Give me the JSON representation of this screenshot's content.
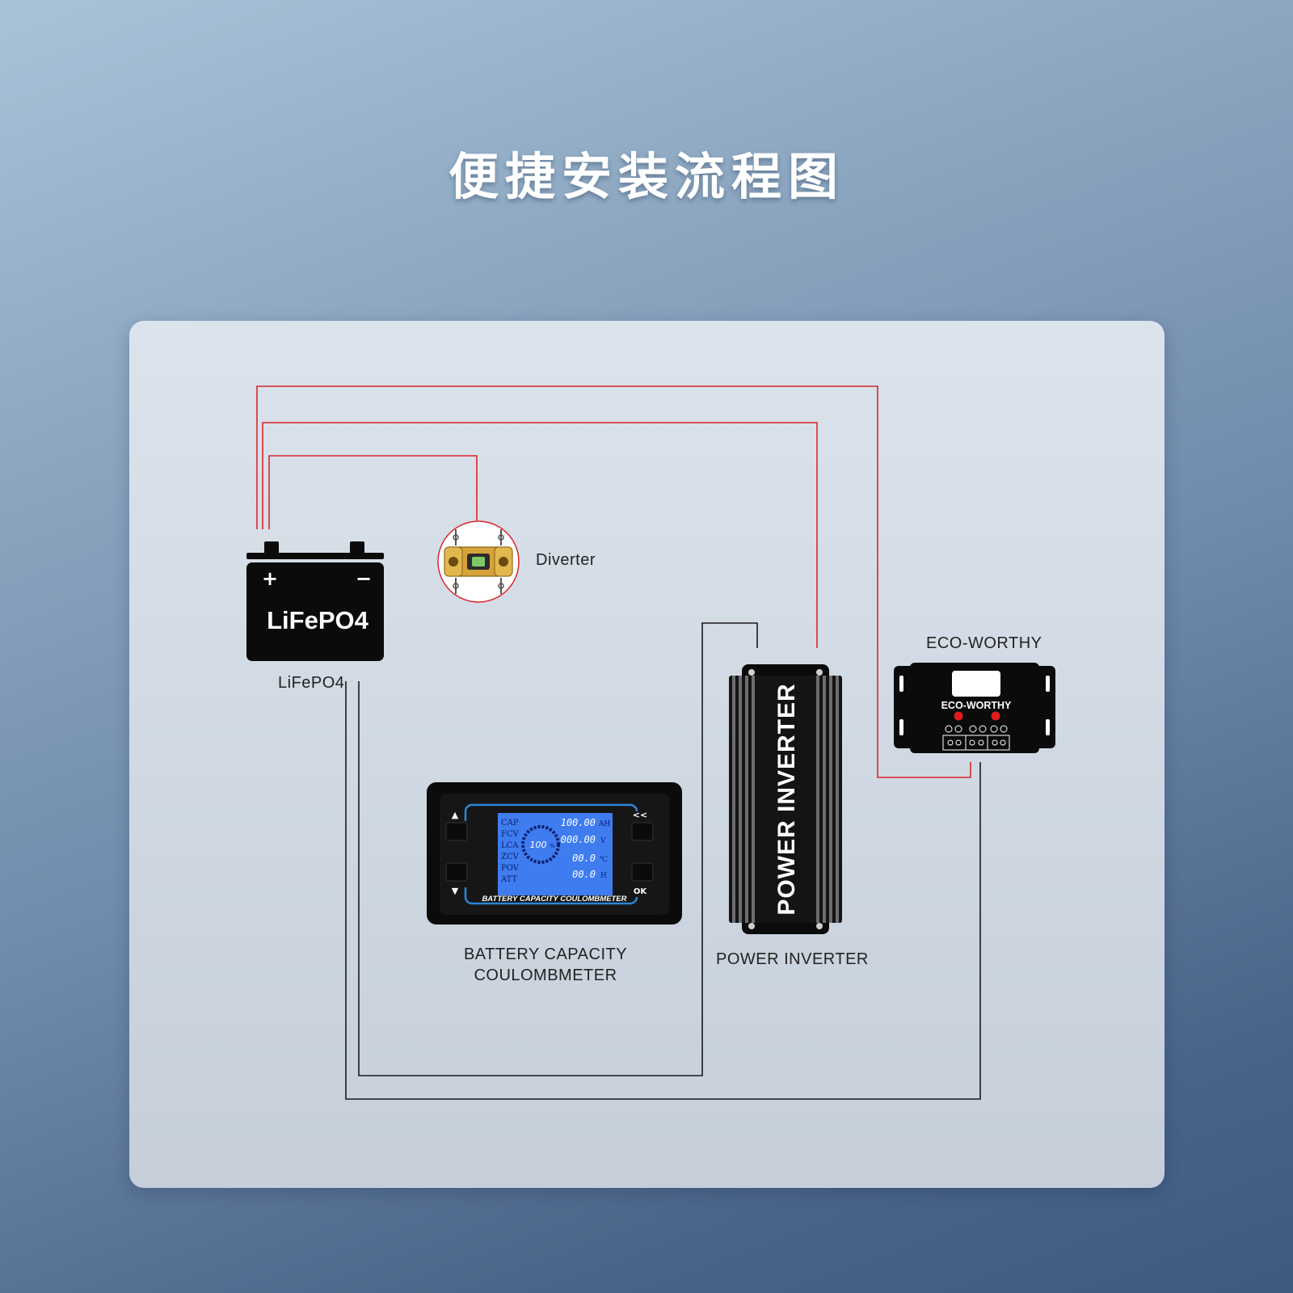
{
  "title": "便捷安装流程图",
  "labels": {
    "battery": "LiFePO4",
    "diverter": "Diverter",
    "controller": "ECO-WORTHY",
    "inverter": "POWER INVERTER",
    "meter_line1": "BATTERY CAPACITY",
    "meter_line2": "COULOMBMETER"
  },
  "battery": {
    "face_text": "LiFePO4",
    "plus": "+",
    "minus": "−"
  },
  "inverter": {
    "body_text": "POWER INVERTER"
  },
  "controller": {
    "face_text": "ECO-WORTHY"
  },
  "meter": {
    "left_labels": [
      "CAP",
      "FCV",
      "LCA",
      "ZCV",
      "POV",
      "ATT"
    ],
    "percent": "100",
    "percent_unit": "%",
    "readings": [
      {
        "value": "100.00",
        "unit": "AH"
      },
      {
        "value": "000.00",
        "unit": "V"
      },
      {
        "value": "00.0",
        "unit": "℃"
      },
      {
        "value": "00.0",
        "unit": "H"
      }
    ],
    "brand_text": "BATTERY CAPACITY COULOMBMETER",
    "btn_up": "▲",
    "btn_down": "▼",
    "btn_back": "<<",
    "btn_ok": "OK"
  },
  "colors": {
    "positive_wire": "#d9262c",
    "negative_wire": "#1a1a1a",
    "device_black": "#0b0b0b",
    "lcd_blue": "#3f7cf0"
  }
}
